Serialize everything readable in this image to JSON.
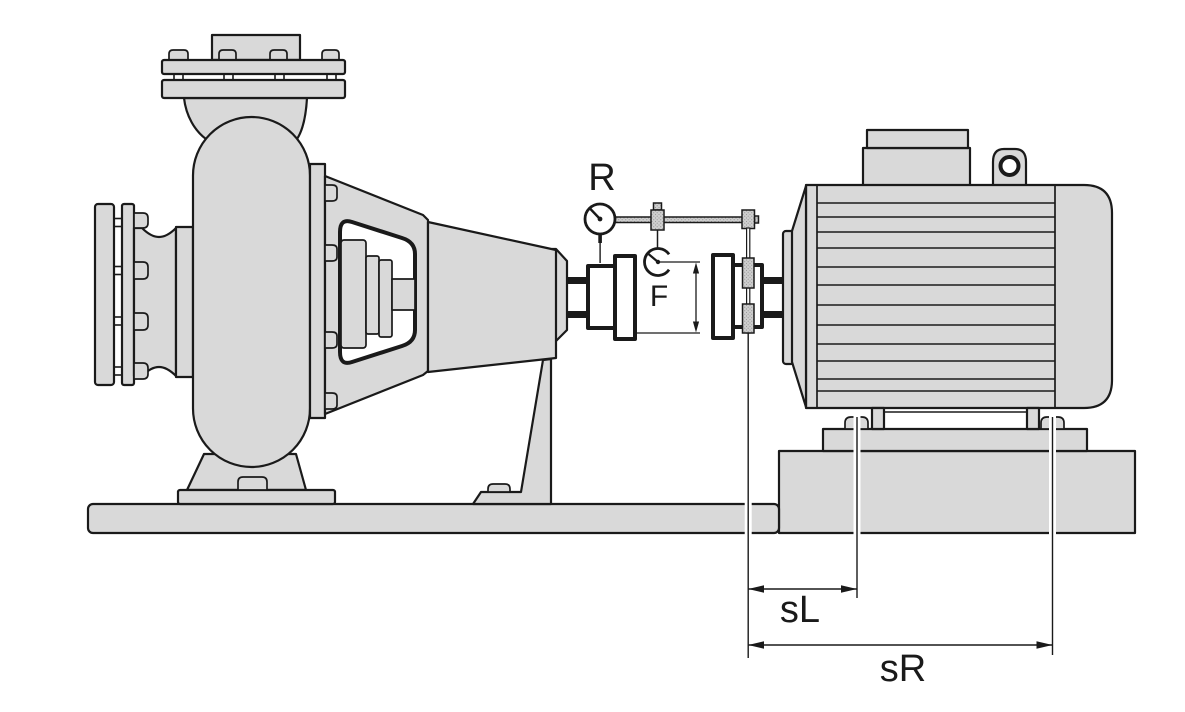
{
  "labels": {
    "radial_gauge": "R",
    "face_gauge": "F",
    "left_span": "sL",
    "right_span": "sR"
  },
  "colors": {
    "background": "#ffffff",
    "part_fill": "#d9d9d9",
    "outline": "#1a1a1a",
    "white_part": "#ffffff",
    "clamp_fill": "#cfcfcf",
    "clamp_dot": "#9a9a9a"
  }
}
